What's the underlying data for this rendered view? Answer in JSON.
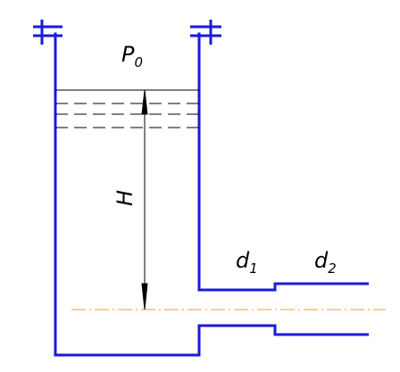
{
  "labels": {
    "pressure": "P",
    "pressure_sub": "0",
    "height": "H",
    "diameter1": "d",
    "diameter1_sub": "1",
    "diameter2": "d",
    "diameter2_sub": "2"
  },
  "colors": {
    "walls": "#1a1adb",
    "centerline": "#ff9933",
    "lines": "#000000",
    "background": "#ffffff"
  }
}
